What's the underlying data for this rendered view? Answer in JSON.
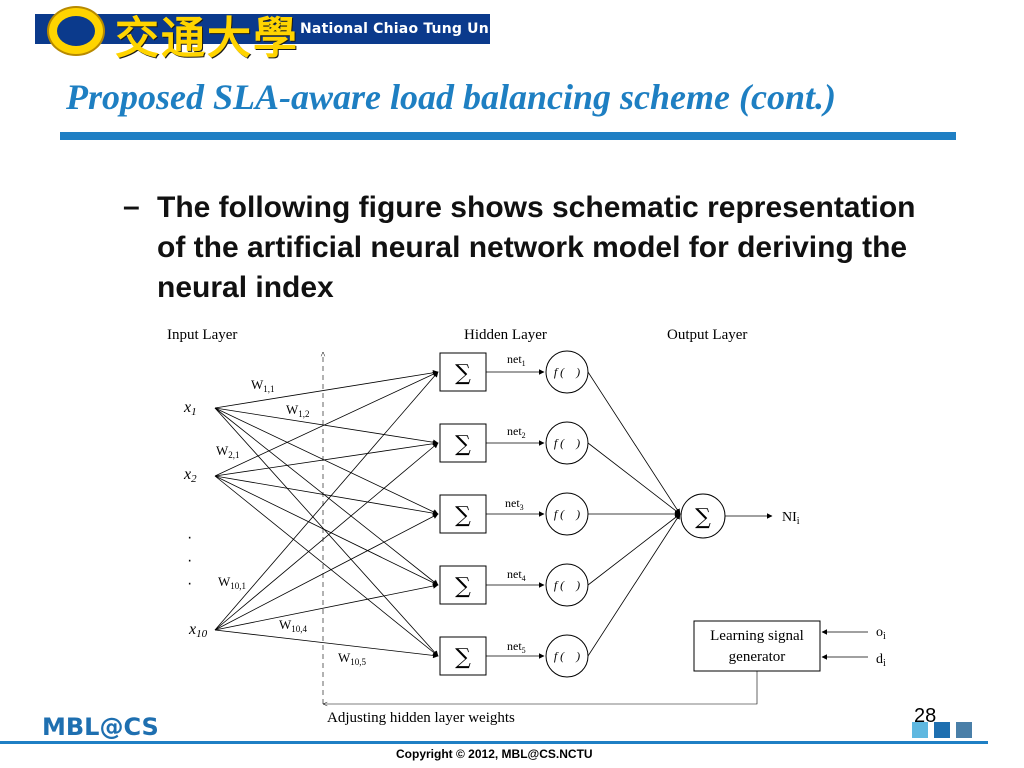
{
  "header": {
    "logo_chinese": "交通大學",
    "logo_english": "National Chiao Tung University"
  },
  "slide": {
    "title": "Proposed SLA-aware load balancing scheme (cont.)",
    "bullet_dash": "–",
    "bullet": "The following figure shows schematic representation of the artificial neural network model for deriving the neural index"
  },
  "diagram": {
    "layer_labels": {
      "input": "Input Layer",
      "hidden": "Hidden Layer",
      "output": "Output Layer"
    },
    "inputs": [
      "x1",
      "x2",
      "x10"
    ],
    "ellipsis": [
      "·",
      "·",
      "·"
    ],
    "sum_symbol": "∑",
    "activation": "f (    )",
    "nets": [
      "net1",
      "net2",
      "net3",
      "net4",
      "net5"
    ],
    "weights": [
      "W1,1",
      "W1,2",
      "W2,1",
      "W10,1",
      "W10,4",
      "W10,5"
    ],
    "output_label": "NIi",
    "learning_box": [
      "Learning signal",
      "generator"
    ],
    "oi": "oi",
    "di": "di",
    "feedback_label": "Adjusting hidden layer weights"
  },
  "footer": {
    "brand": "MBL@CS",
    "page_number": "28",
    "copyright": "Copyright © 2012, MBL@CS.NCTU"
  },
  "colors": {
    "title": "#1e7fc2",
    "rule": "#1f7fc4",
    "logo_blue": "#0b3a8c",
    "logo_gold": "#ffd400"
  }
}
